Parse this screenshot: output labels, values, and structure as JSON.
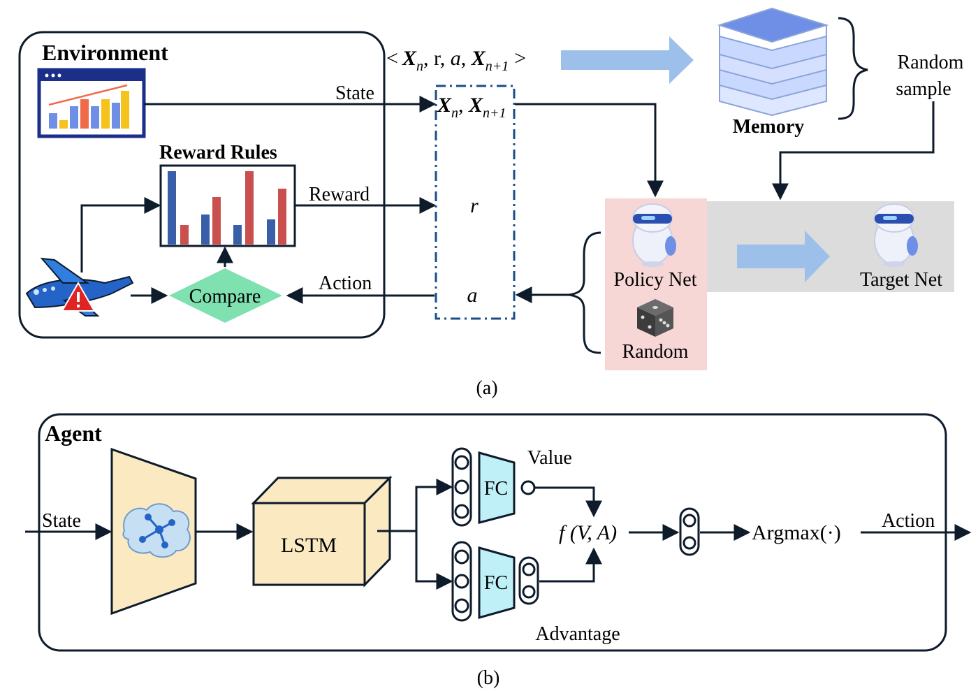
{
  "panel_a": {
    "environment_title": "Environment",
    "reward_rules_title": "Reward Rules",
    "state_label": "State",
    "reward_label": "Reward",
    "action_label": "Action",
    "compare_label": "Compare",
    "tuple": {
      "open": "<",
      "x_n": "X",
      "x_n_sub": "n",
      "middle": ", r, ",
      "a": "a",
      "comma": ", ",
      "x_n1": "X",
      "x_n1_sub": "n+1",
      "close": ">"
    },
    "buffer": {
      "state_pair_x1": "X",
      "state_pair_sub1": "n",
      "state_pair_comma": ", ",
      "state_pair_x2": "X",
      "state_pair_sub2": "n+1",
      "r": "r",
      "a": "a"
    },
    "memory_label": "Memory",
    "random_sample_line1": "Random",
    "random_sample_line2": "sample",
    "policy_net_label": "Policy Net",
    "target_net_label": "Target Net",
    "random_label": "Random",
    "caption": "(a)"
  },
  "panel_b": {
    "agent_title": "Agent",
    "state_label": "State",
    "lstm_label": "LSTM",
    "fc_top_label": "FC",
    "fc_bottom_label": "FC",
    "value_label": "Value",
    "advantage_label": "Advantage",
    "f_label": "f (V, A)",
    "argmax_label": "Argmax(·)",
    "action_label": "Action",
    "caption": "(b)"
  },
  "colors": {
    "line": "#0d1b2a",
    "arrow_blue": "#9cc0e9",
    "compare_green": "#7fe0b0",
    "policy_bg": "#f7d6d6",
    "target_bg": "#dcdcdc",
    "fc_cyan": "#bff0f7",
    "trapezoid": "#fbe9c2",
    "lstm": "#fbe9c2",
    "bar_blue": "#3a5fa8",
    "bar_red": "#c9504f",
    "memory_blue": "#6f8fe6"
  },
  "icons": {
    "chart_window": "chart-window-icon",
    "airplane": "airplane-warning-icon",
    "memory": "memory-stack-icon",
    "robot": "robot-icon",
    "dice": "dice-icon",
    "brain": "brain-network-icon"
  }
}
